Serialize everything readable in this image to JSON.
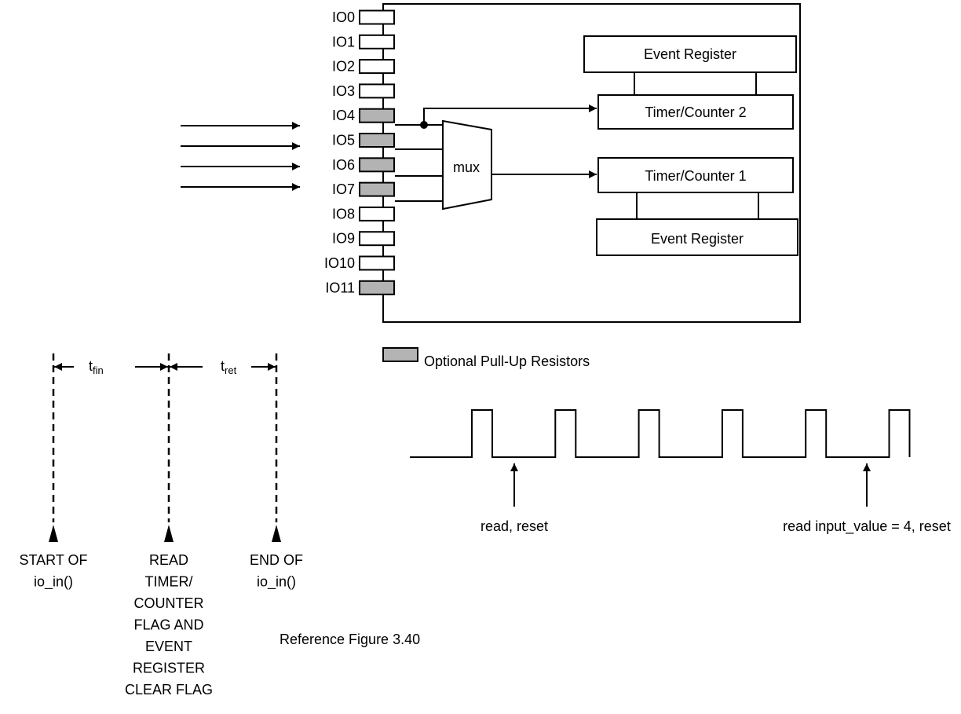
{
  "colors": {
    "line": "#000000",
    "pullup_fill": "#b3b3b3",
    "background": "#ffffff"
  },
  "io_pins": [
    {
      "label": "IO0",
      "pullup": false
    },
    {
      "label": "IO1",
      "pullup": false
    },
    {
      "label": "IO2",
      "pullup": false
    },
    {
      "label": "IO3",
      "pullup": false
    },
    {
      "label": "IO4",
      "pullup": true
    },
    {
      "label": "IO5",
      "pullup": true
    },
    {
      "label": "IO6",
      "pullup": true
    },
    {
      "label": "IO7",
      "pullup": true
    },
    {
      "label": "IO8",
      "pullup": false
    },
    {
      "label": "IO9",
      "pullup": false
    },
    {
      "label": "IO10",
      "pullup": false
    },
    {
      "label": "IO11",
      "pullup": true
    }
  ],
  "blocks": {
    "event_register_top": "Event Register",
    "timer_counter_2": "Timer/Counter 2",
    "mux": "mux",
    "timer_counter_1": "Timer/Counter 1",
    "event_register_bottom": "Event Register"
  },
  "legend": {
    "text": "Optional Pull-Up Resistors"
  },
  "timing": {
    "t_fin": {
      "base": "t",
      "sub": "fin"
    },
    "t_ret": {
      "base": "t",
      "sub": "ret"
    },
    "markers": [
      {
        "lines": [
          "START OF",
          "io_in()"
        ]
      },
      {
        "lines": [
          "READ",
          "TIMER/",
          "COUNTER",
          "FLAG AND",
          "EVENT",
          "REGISTER",
          "CLEAR FLAG"
        ]
      },
      {
        "lines": [
          "END OF",
          "io_in()"
        ]
      }
    ]
  },
  "waveform": {
    "pulse_count": 6,
    "annotations": {
      "first": "read, reset",
      "second": "read input_value = 4, reset"
    }
  },
  "caption": "Reference Figure 3.40"
}
